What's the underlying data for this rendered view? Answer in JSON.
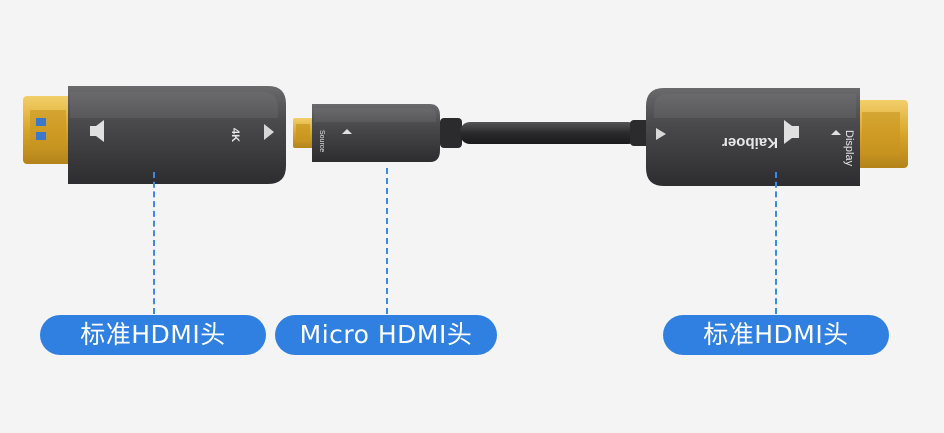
{
  "connectors": {
    "left_standard": {
      "marking": "4K",
      "label": "标准HDMI头"
    },
    "middle_micro": {
      "marking": "Source",
      "label": "Micro HDMI头"
    },
    "right_standard": {
      "brand": "Kaiboer",
      "marking": "Display",
      "label": "标准HDMI头"
    }
  },
  "colors": {
    "label_pill": "#2f80e0",
    "dashed_line": "#3b8ae6",
    "connector_body": "#4a4a4c",
    "gold_contacts": "#d9a62a",
    "background": "#f4f4f5"
  }
}
